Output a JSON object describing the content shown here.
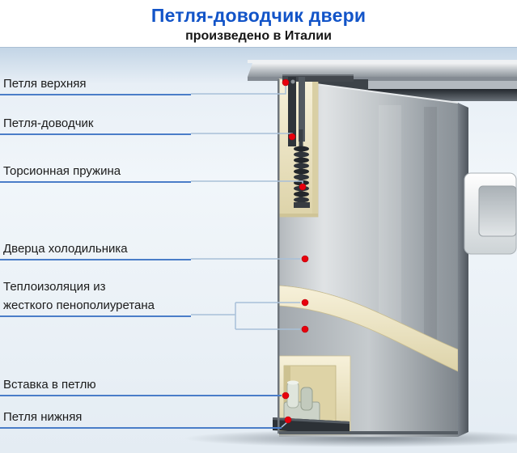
{
  "header": {
    "title": "Петля-доводчик двери",
    "subtitle": "произведено в Италии"
  },
  "callouts": [
    {
      "id": "top-hinge",
      "text": "Петля верхняя"
    },
    {
      "id": "door-closer",
      "text": "Петля-доводчик"
    },
    {
      "id": "torsion-spring",
      "text": "Торсионная пружина"
    },
    {
      "id": "fridge-door",
      "text": "Дверца холодильника"
    },
    {
      "id": "insulation",
      "text": "Теплоизоляция из",
      "text2": "жесткого пенополиуретана"
    },
    {
      "id": "hinge-insert",
      "text": "Вставка в петлю"
    },
    {
      "id": "bottom-hinge",
      "text": "Петля нижняя"
    }
  ],
  "colors": {
    "title_blue": "#1254c8",
    "underline_blue": "#4a7dc8",
    "leader_blue": "#a8c0d8",
    "marker_red": "#e8000d",
    "foam_cream": "#efe6c4",
    "panel_background": "#e8eff6"
  }
}
